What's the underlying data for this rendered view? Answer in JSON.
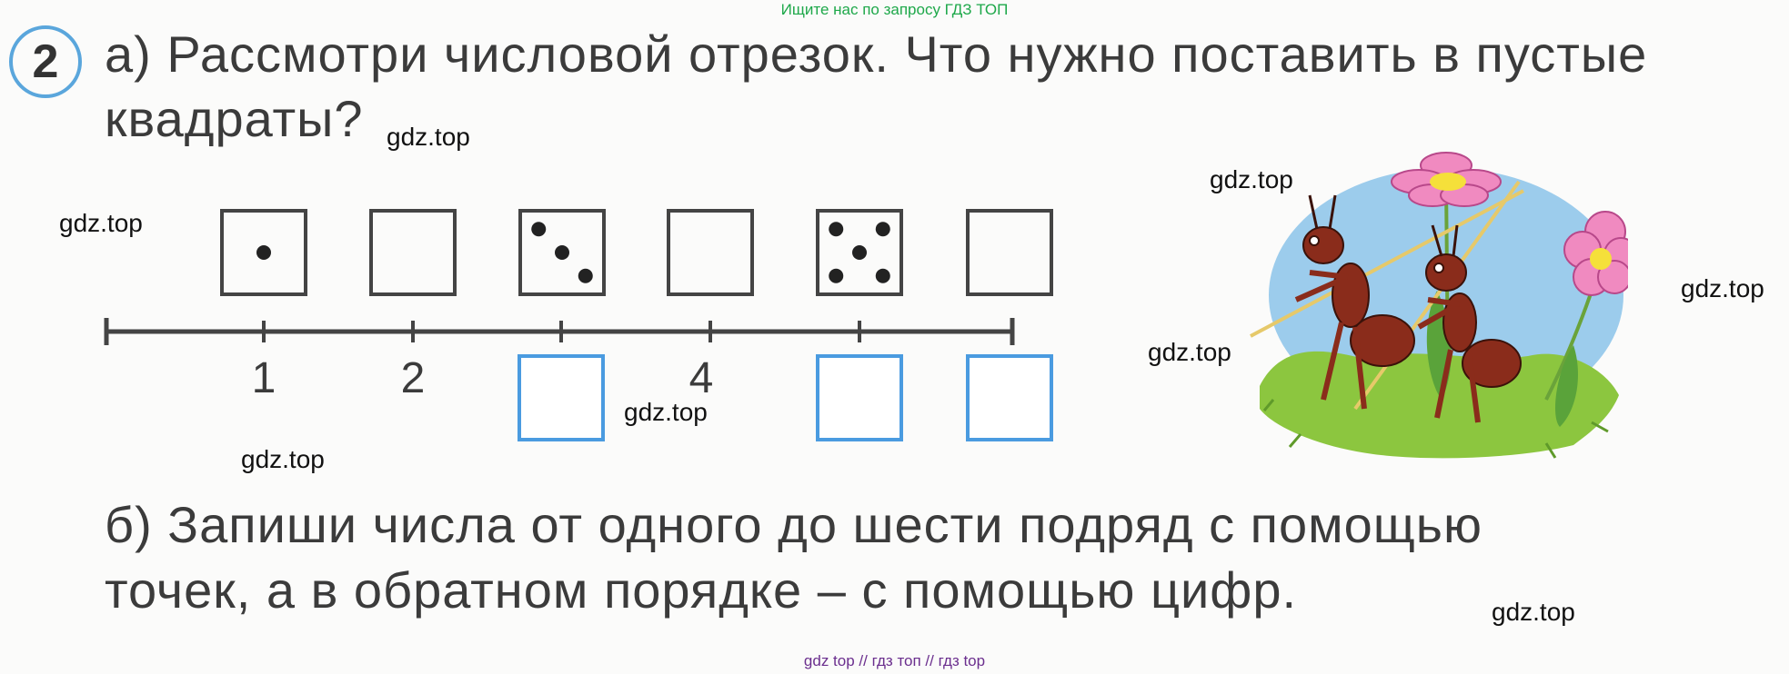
{
  "header": {
    "top_banner": "Ищите нас по запросу ГДЗ ТОП",
    "bottom_banner": "gdz top  //  гдз топ  //  гдз top"
  },
  "task": {
    "number": "2",
    "part_a_line1": "а) Рассмотри числовой отрезок. Что нужно поставить в пустые",
    "part_a_line2": "квадраты?",
    "part_b_line1": "б) Запиши числа от одного до шести подряд с помощью",
    "part_b_line2": "точек, а в обратном порядке – с помощью цифр."
  },
  "number_line": {
    "tick_labels": [
      "1",
      "2",
      "",
      "4",
      "",
      ""
    ],
    "dice_dots": [
      1,
      null,
      3,
      null,
      5,
      null
    ],
    "box_color": "#444444",
    "answer_box_color": "#4a9be0"
  },
  "watermarks": [
    "gdz.top",
    "gdz.top",
    "gdz.top",
    "gdz.top",
    "gdz.top",
    "gdz.top",
    "gdz.top",
    "gdz.top"
  ],
  "illustration": {
    "subject": "two ants carrying sticks among flowers",
    "colors": {
      "sky": "#9cccec",
      "grass": "#8cc63f",
      "ant": "#8a2c1b",
      "flower": "#f08ac0"
    }
  }
}
